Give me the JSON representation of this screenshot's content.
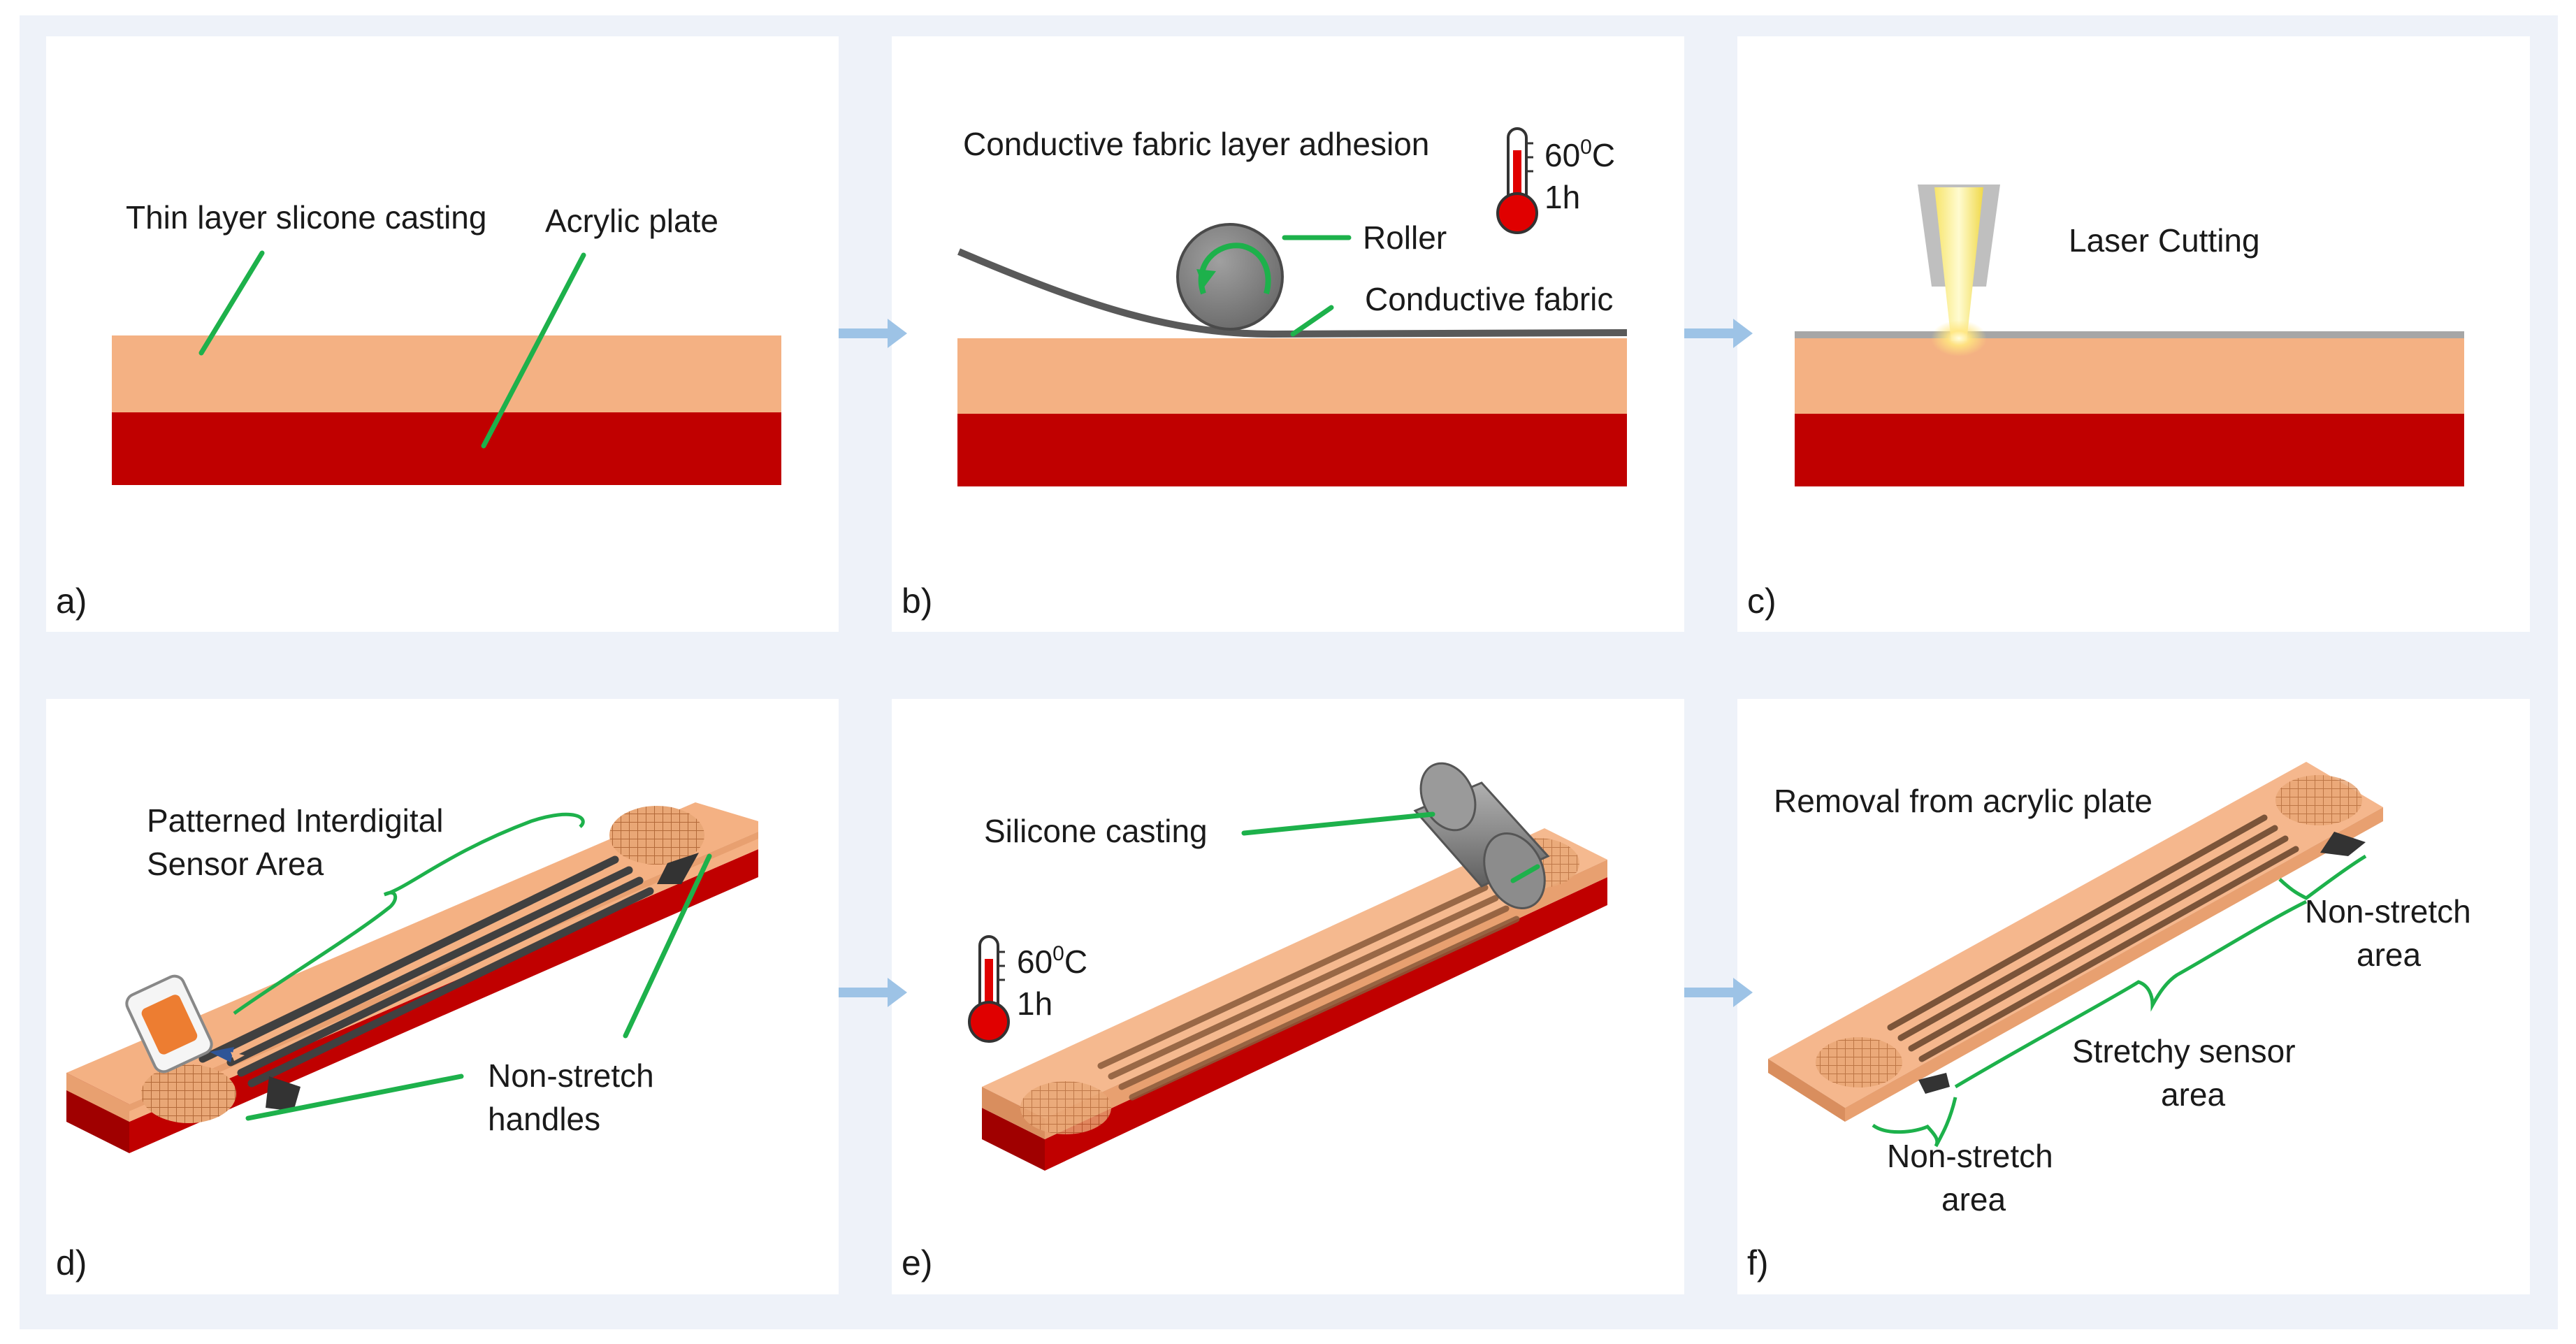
{
  "panels": {
    "a": {
      "letter": "a)",
      "silicone_label": "Thin layer slicone casting",
      "acrylic_label": "Acrylic plate"
    },
    "b": {
      "letter": "b)",
      "title": "Conductive fabric layer adhesion",
      "temp_base": "60",
      "temp_sup": "0",
      "temp_unit": "C",
      "time": "1h",
      "roller_label": "Roller",
      "fabric_label": "Conductive fabric"
    },
    "c": {
      "letter": "c)",
      "title": "Laser Cutting"
    },
    "d": {
      "letter": "d)",
      "sensor_line1": "Patterned Interdigital",
      "sensor_line2": "Sensor Area",
      "handles_line1": "Non-stretch",
      "handles_line2": "handles"
    },
    "e": {
      "letter": "e)",
      "title": "Silicone casting",
      "temp_base": "60",
      "temp_sup": "0",
      "temp_unit": "C",
      "time": "1h"
    },
    "f": {
      "letter": "f)",
      "title": "Removal from acrylic plate",
      "ns_right_line1": "Non-stretch",
      "ns_right_line2": "area",
      "stretchy_line1": "Stretchy sensor",
      "stretchy_line2": "area",
      "ns_left_line1": "Non-stretch",
      "ns_left_line2": "area"
    }
  },
  "colors": {
    "panel_bg": "#eef2f9",
    "panel_card": "#ffffff",
    "silicone": "#f4b183",
    "acrylic": "#c00000",
    "fabric": "#595959",
    "leader": "#1db14b",
    "arrow": "#9dc3e6"
  }
}
